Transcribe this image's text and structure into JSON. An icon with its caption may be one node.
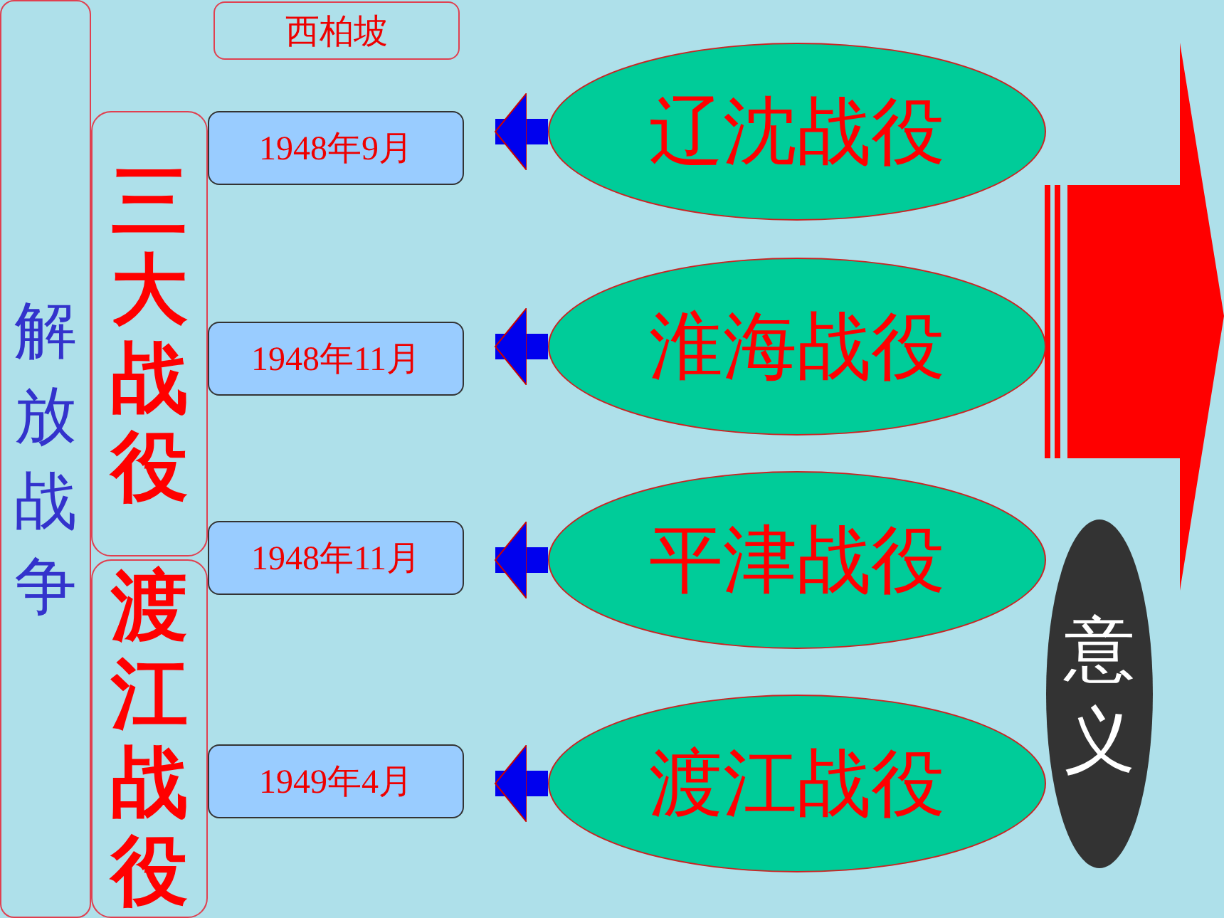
{
  "diagram": {
    "nodes": [
      {
        "text": [
          "解放战争"
        ]
      },
      {
        "text": [
          "西柏坡"
        ]
      },
      {
        "text": [
          "三大战役"
        ]
      },
      {
        "text": [
          "渡江战役"
        ]
      },
      {
        "text": [
          "1948年9月"
        ]
      },
      {
        "text": [
          "1948年11月"
        ]
      },
      {
        "text": [
          "1948年11月"
        ]
      },
      {
        "text": [
          "1949年4月"
        ]
      },
      {
        "text": [
          "辽沈战役"
        ]
      },
      {
        "text": [
          "淮海战役"
        ]
      },
      {
        "text": [
          "平津战役"
        ]
      },
      {
        "text": [
          "渡江战役"
        ]
      },
      {
        "text": [
          "意义"
        ]
      }
    ],
    "edges": [
      {
        "from": 8,
        "to": 4,
        "arrow": "to"
      },
      {
        "from": 9,
        "to": 5,
        "arrow": "to"
      },
      {
        "from": 10,
        "to": 6,
        "arrow": "to"
      },
      {
        "from": 11,
        "to": 7,
        "arrow": "to"
      }
    ]
  }
}
